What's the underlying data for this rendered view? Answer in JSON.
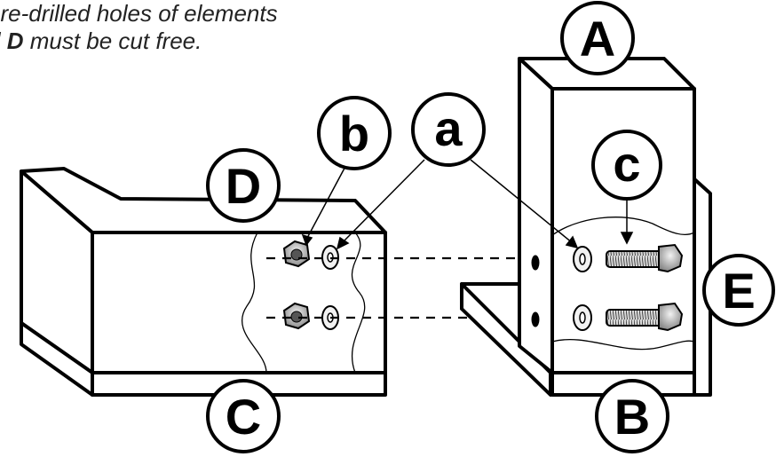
{
  "caption": {
    "line1": "pre-drilled holes of elements",
    "line2_prefix": "d",
    "line2_bold": "D",
    "line2_suffix": "must be cut free."
  },
  "labels": {
    "A": "A",
    "B": "B",
    "C": "C",
    "D": "D",
    "E": "E",
    "a": "a",
    "b": "b",
    "c": "c"
  }
}
